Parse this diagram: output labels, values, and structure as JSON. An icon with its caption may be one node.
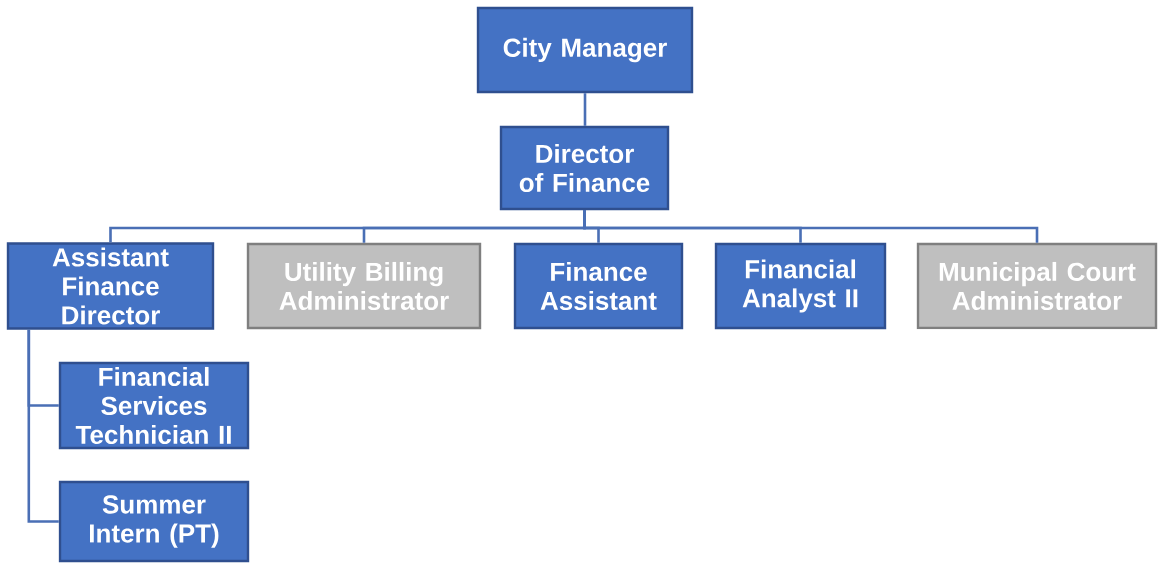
{
  "diagram": {
    "nodes": [
      {
        "text": [
          "City Manager"
        ]
      },
      {
        "text": [
          "Director of Finance"
        ]
      },
      {
        "text": [
          "Assistant Finance Director"
        ]
      },
      {
        "text": [
          "Utility Billing Administrator"
        ]
      },
      {
        "text": [
          "Finance Assistant"
        ]
      },
      {
        "text": [
          "Financial Analyst II"
        ]
      },
      {
        "text": [
          "Municipal Court Administrator"
        ]
      },
      {
        "text": [
          "Financial Services Technician II"
        ]
      },
      {
        "text": [
          "Summer Intern (PT)"
        ]
      }
    ],
    "edges": [
      {
        "from": 0,
        "to": 1,
        "arrow": "none"
      },
      {
        "from": 1,
        "to": 2,
        "arrow": "none"
      },
      {
        "from": 1,
        "to": 3,
        "arrow": "none"
      },
      {
        "from": 1,
        "to": 4,
        "arrow": "none"
      },
      {
        "from": 1,
        "to": 5,
        "arrow": "none"
      },
      {
        "from": 1,
        "to": 6,
        "arrow": "none"
      },
      {
        "from": 2,
        "to": 7,
        "arrow": "none"
      },
      {
        "from": 2,
        "to": 8,
        "arrow": "none"
      }
    ]
  }
}
